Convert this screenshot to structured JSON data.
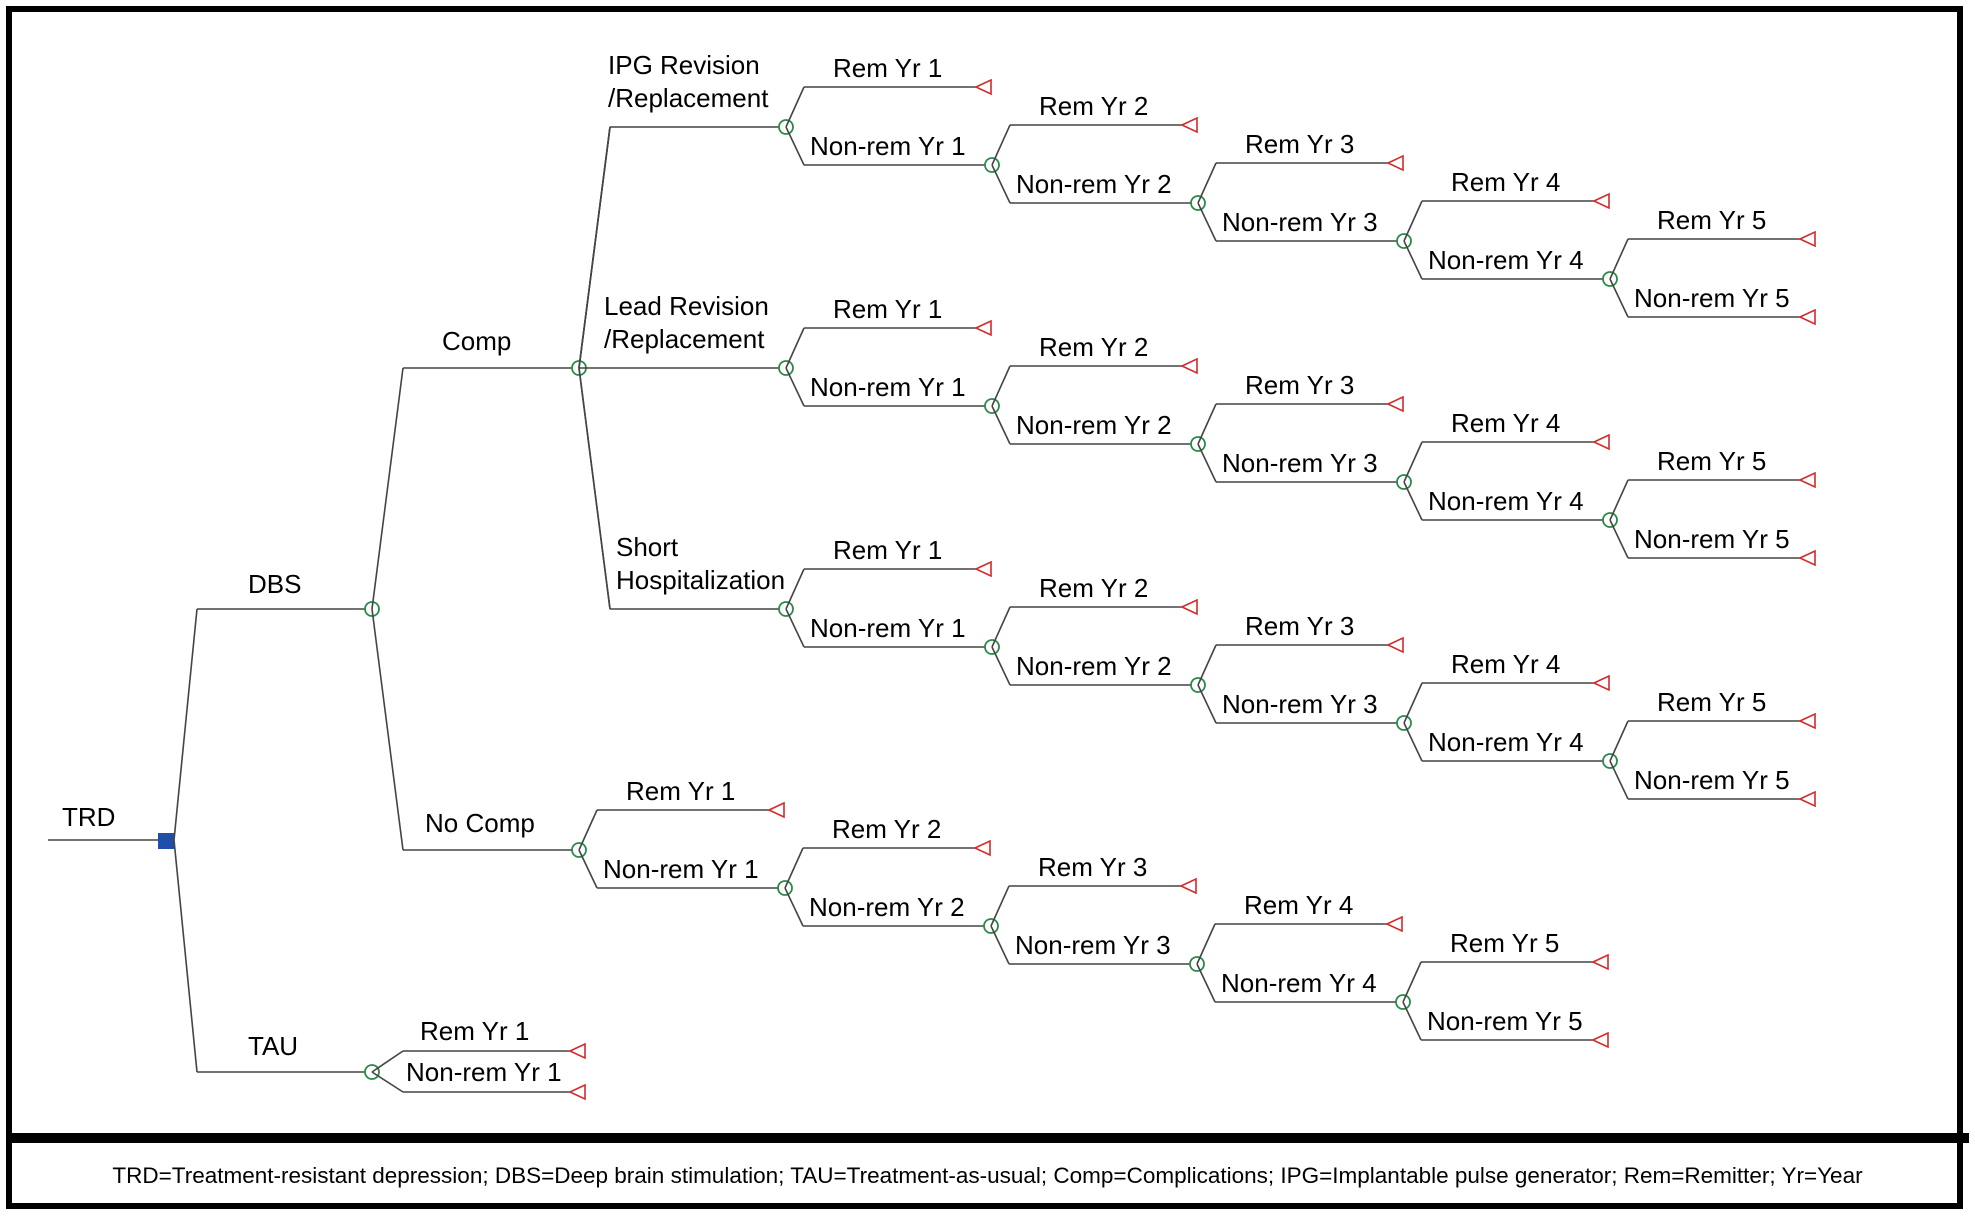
{
  "root": {
    "label": "TRD"
  },
  "treatments": [
    {
      "label": "DBS"
    },
    {
      "label": "TAU"
    }
  ],
  "dbs_branches": [
    {
      "label": "Comp"
    },
    {
      "label": "No Comp"
    }
  ],
  "complications": [
    {
      "label_lines": [
        "IPG Revision",
        "/Replacement"
      ]
    },
    {
      "label_lines": [
        "Lead Revision",
        "/Replacement"
      ]
    },
    {
      "label_lines": [
        "Short",
        "Hospitalization"
      ]
    }
  ],
  "remission_chain": {
    "rem_labels": [
      "Rem Yr 1",
      "Rem Yr 2",
      "Rem Yr 3",
      "Rem Yr 4",
      "Rem Yr 5"
    ],
    "nonrem_labels": [
      "Non-rem Yr 1",
      "Non-rem Yr 2",
      "Non-rem Yr 3",
      "Non-rem Yr 4",
      "Non-rem Yr 5"
    ]
  },
  "tau_outcomes": {
    "rem_label": "Rem Yr 1",
    "nonrem_label": "Non-rem Yr 1"
  },
  "colors": {
    "decision_node": "#1f4fa8",
    "chance_node": "#2a8a4a",
    "terminal_node": "#d42a2a",
    "line": "#444444"
  },
  "legend": {
    "text": "TRD=Treatment-resistant depression; DBS=Deep brain stimulation; TAU=Treatment-as-usual; Comp=Complications; IPG=Implantable pulse generator; Rem=Remitter; Yr=Year"
  }
}
